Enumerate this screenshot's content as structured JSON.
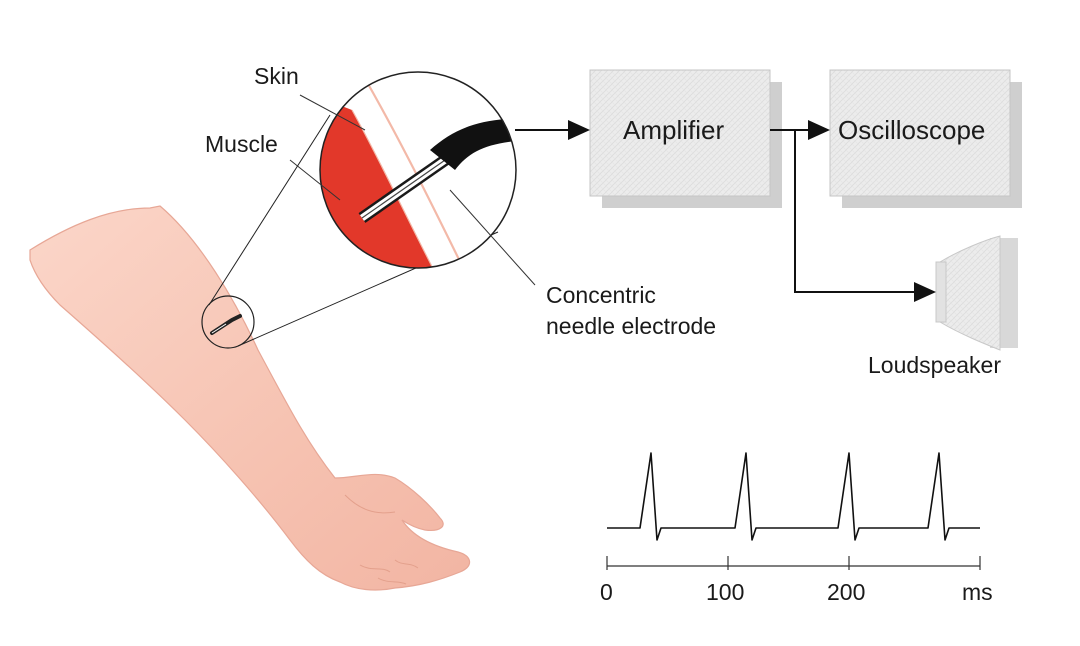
{
  "labels": {
    "skin": "Skin",
    "muscle": "Muscle",
    "electrode_line1": "Concentric",
    "electrode_line2": "needle electrode",
    "amplifier": "Amplifier",
    "oscilloscope": "Oscilloscope",
    "loudspeaker": "Loudspeaker"
  },
  "trace": {
    "time_unit": "ms",
    "ticks": [
      "0",
      "100",
      "200"
    ]
  },
  "colors": {
    "muscle": "#e2382a",
    "skin": "#f3b9a8",
    "box_face": "#e9e9e9",
    "box_side": "#cfcfcf",
    "line": "#111111"
  }
}
